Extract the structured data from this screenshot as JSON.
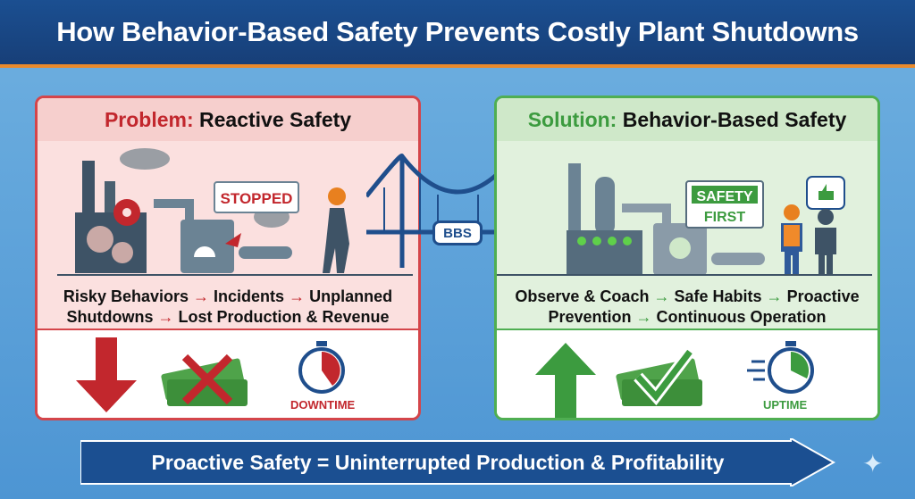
{
  "title": "How Behavior-Based Safety Prevents Costly Plant Shutdowns",
  "problem": {
    "title_key": "Problem:",
    "title_rest": " Reactive Safety",
    "sign": "STOPPED",
    "flow_line1": [
      "Risky Behaviors",
      "Incidents",
      "Unplanned"
    ],
    "flow_line2": [
      "Shutdowns",
      "Lost Production & Revenue"
    ],
    "arrow": "→",
    "status_label": "DOWNTIME",
    "color": "#c2272d"
  },
  "bridge": {
    "label": "BBS"
  },
  "solution": {
    "title_key": "Solution:",
    "title_rest": " Behavior-Based Safety",
    "sign_line1": "SAFETY",
    "sign_line2": "FIRST",
    "flow_line1": [
      "Observe & Coach",
      "Safe Habits",
      "Proactive"
    ],
    "flow_line2": [
      "Prevention",
      "Continuous Operation"
    ],
    "arrow": "→",
    "status_label": "UPTIME",
    "color": "#3c9b3f"
  },
  "banner": "Proactive Safety = Uninterrupted Production & Profitability"
}
